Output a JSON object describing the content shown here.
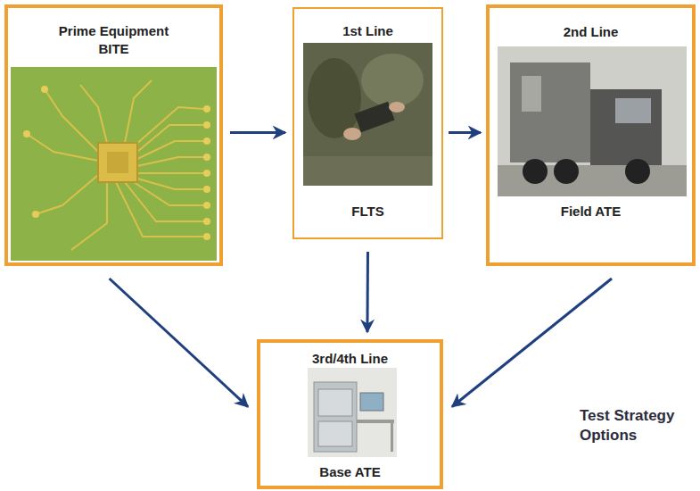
{
  "diagram": {
    "nodes": [
      {
        "text": [
          "Prime Equipment BITE"
        ]
      },
      {
        "text": [
          "1st Line",
          "FLTS"
        ]
      },
      {
        "text": [
          "2nd Line",
          "Field ATE"
        ]
      },
      {
        "text": [
          "3rd/4th Line",
          "Base ATE"
        ]
      }
    ],
    "edges": [
      {
        "from": 0,
        "to": 1,
        "arrow": "to"
      },
      {
        "from": 1,
        "to": 2,
        "arrow": "to"
      },
      {
        "from": 0,
        "to": 3,
        "arrow": "to"
      },
      {
        "from": 1,
        "to": 3,
        "arrow": "to"
      },
      {
        "from": 2,
        "to": 3,
        "arrow": "to"
      }
    ],
    "labels": [
      "Test Strategy Options"
    ]
  }
}
